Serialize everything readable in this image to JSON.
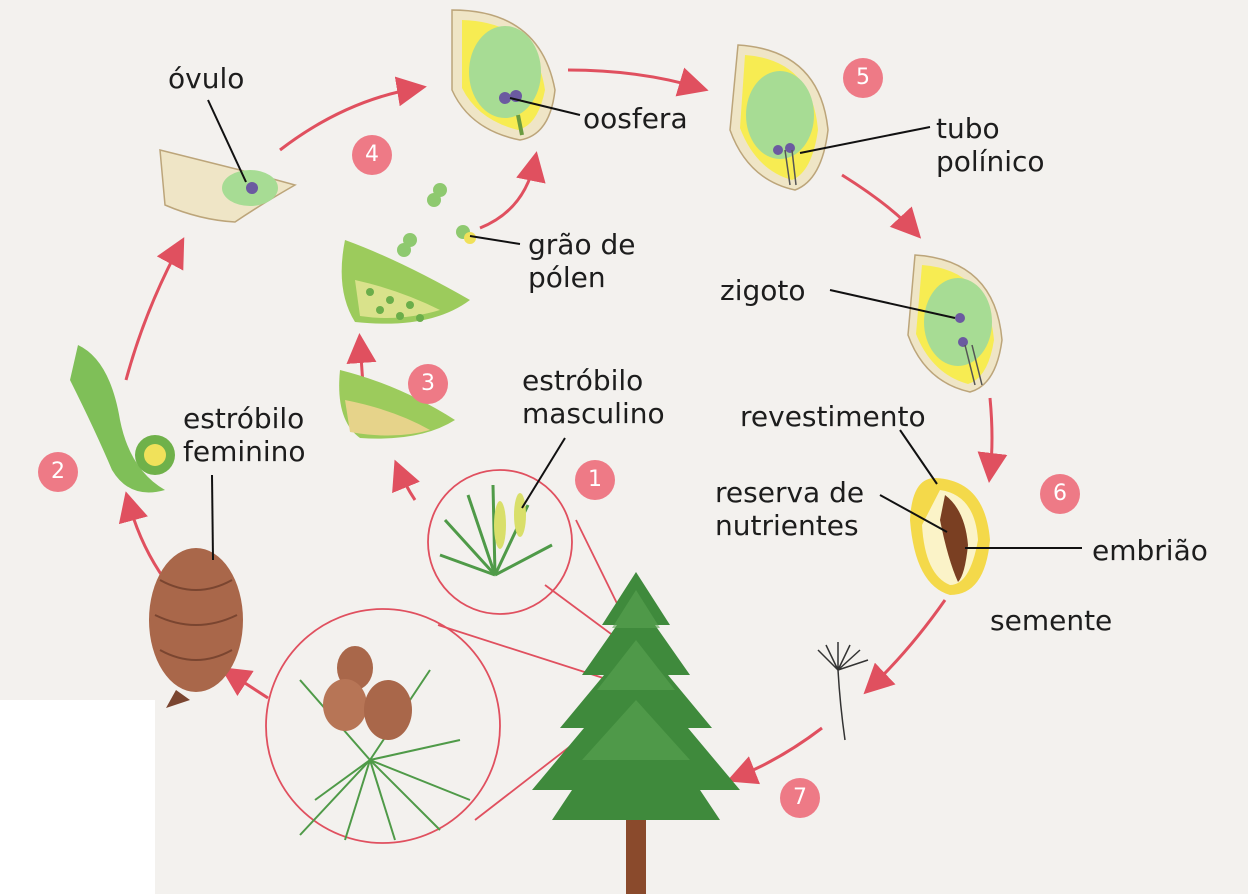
{
  "labels": {
    "ovulo": "óvulo",
    "oosfera": "oosfera",
    "tubo_polinico": "tubo\npolínico",
    "grao_de_polen": "grão de\npólen",
    "zigoto": "zigoto",
    "estrobilo_masculino": "estróbilo\nmasculino",
    "estrobilo_feminino": "estróbilo\nfeminino",
    "revestimento": "revestimento",
    "reserva_de_nutrientes": "reserva de\nnutrientes",
    "embriao": "embrião",
    "semente": "semente"
  },
  "steps": [
    "1",
    "2",
    "3",
    "4",
    "5",
    "6",
    "7"
  ],
  "colors": {
    "arrow": "#e0505f",
    "badge": "#ee7a86",
    "ovule_green": "#a7dc94",
    "ovule_yellow": "#f7ec52",
    "tree_green": "#3f8a3c",
    "cone_brown": "#a9674a"
  }
}
